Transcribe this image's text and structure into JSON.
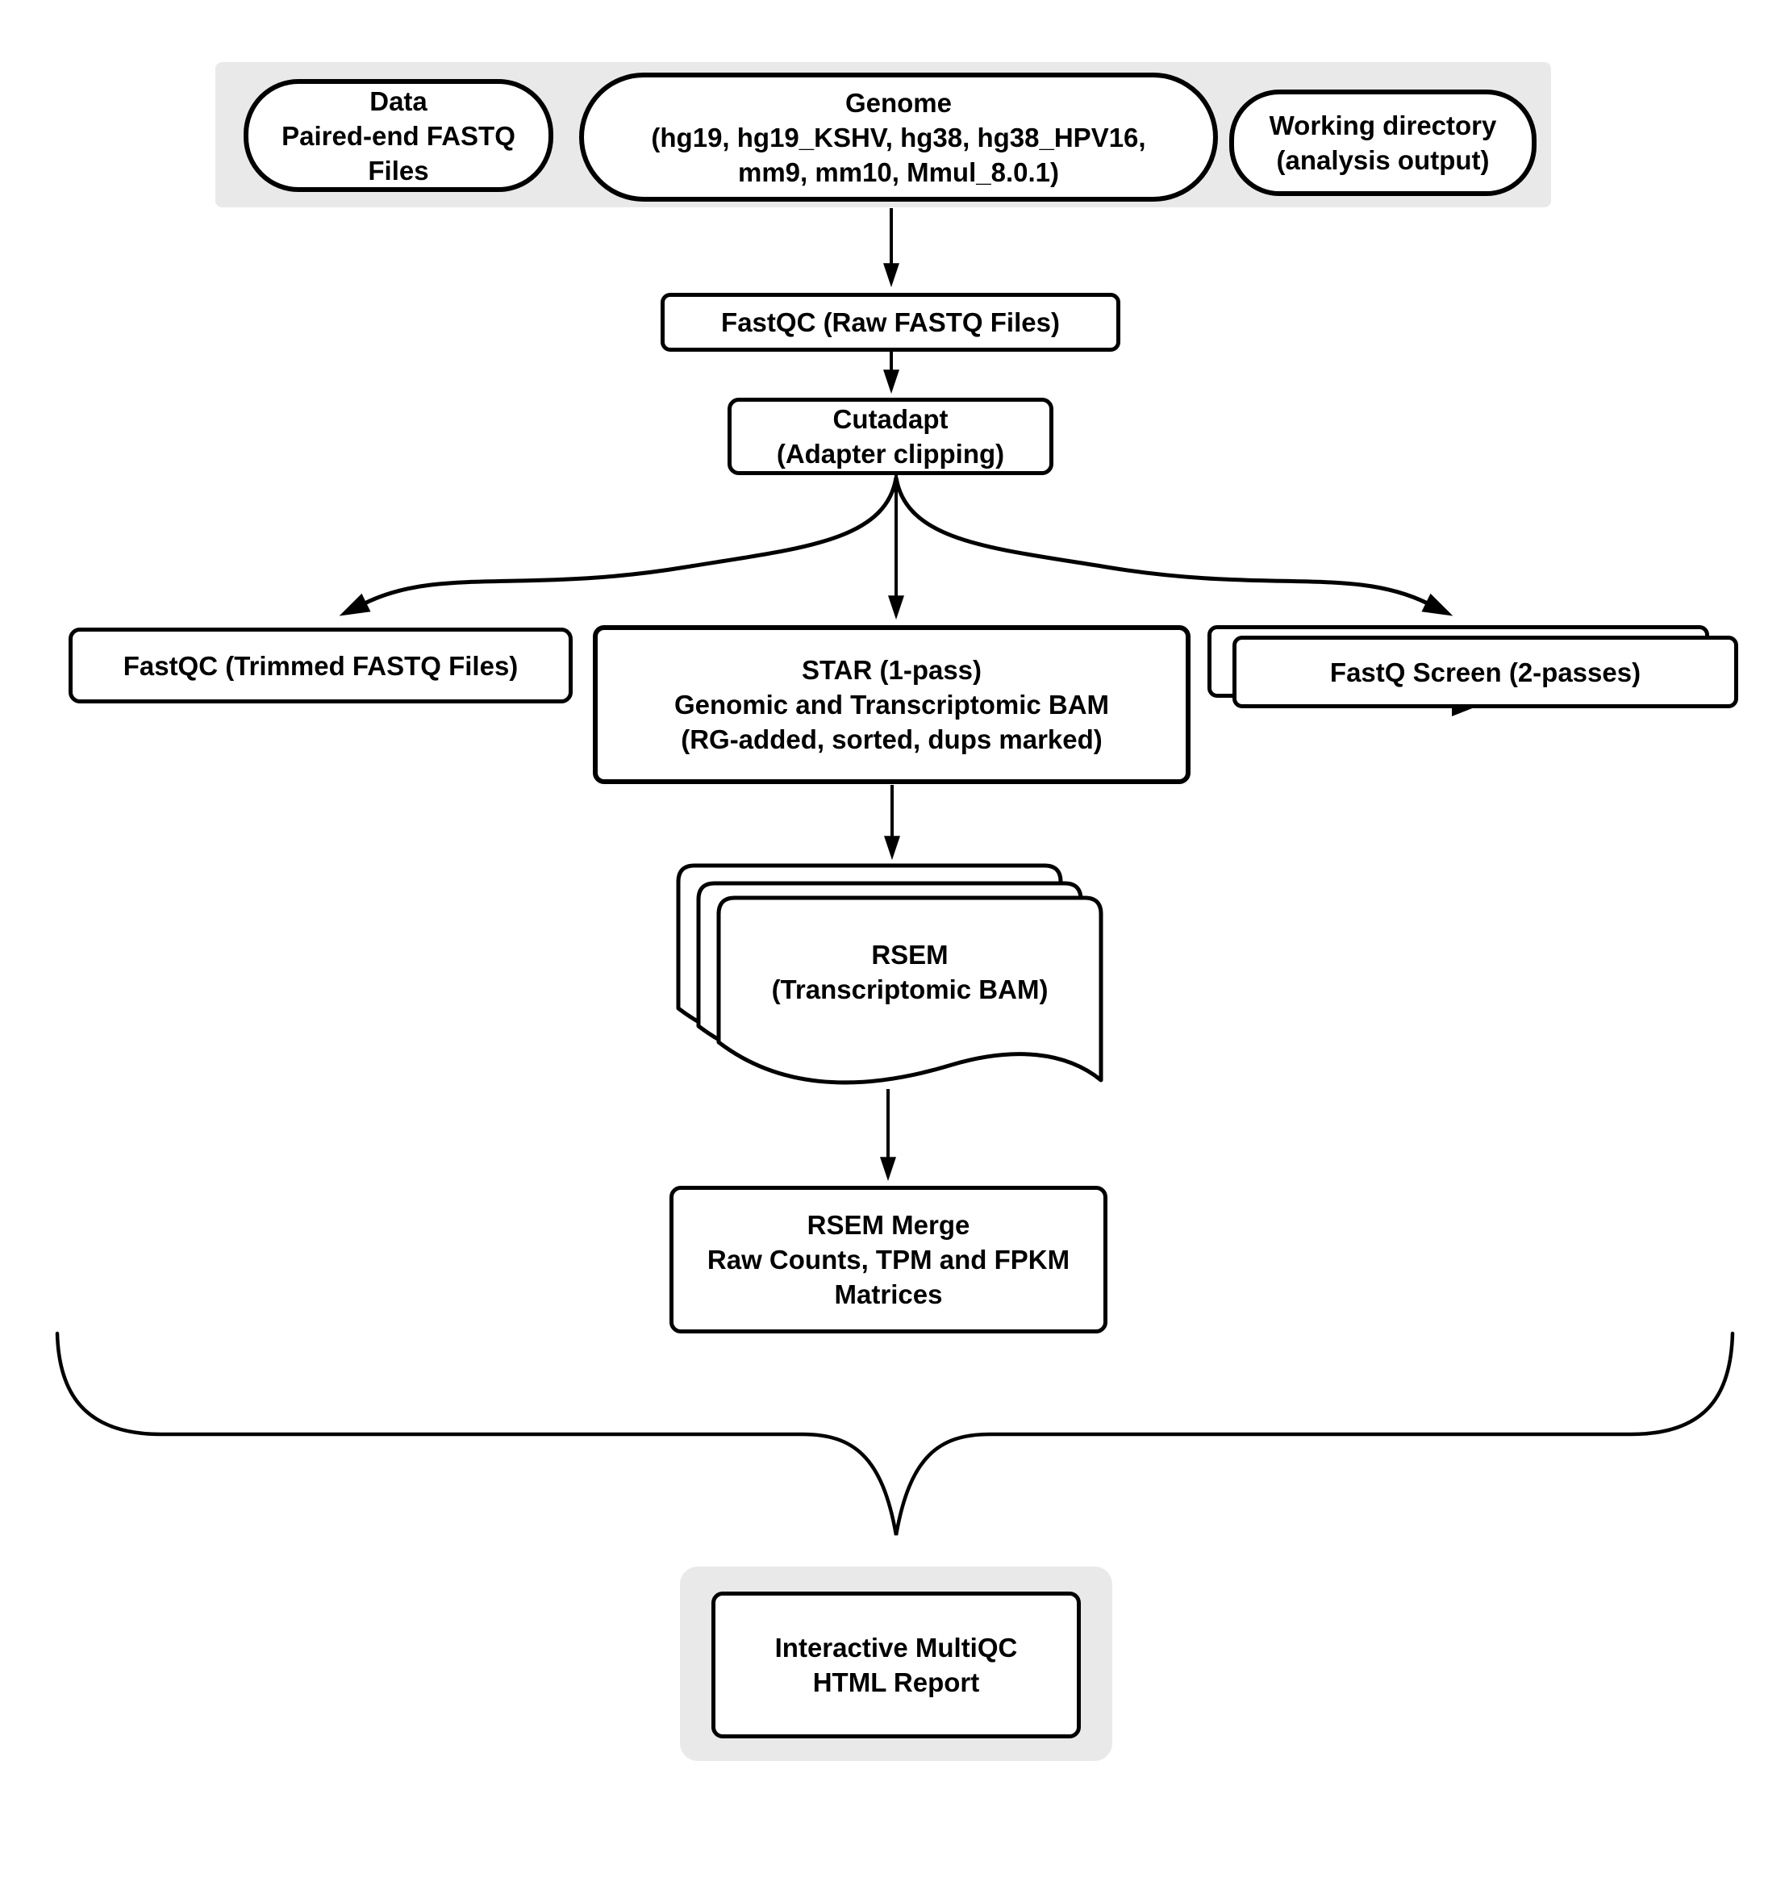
{
  "diagram": {
    "type": "flowchart",
    "description": "RNA-seq analysis pipeline",
    "nodes": {
      "data_files": {
        "label": "Data\nPaired-end FASTQ\nFiles",
        "shape": "oval"
      },
      "genome": {
        "label": "Genome\n(hg19, hg19_KSHV, hg38, hg38_HPV16,\nmm9, mm10, Mmul_8.0.1)",
        "shape": "oval"
      },
      "working_directory": {
        "label": "Working directory\n(analysis output)",
        "shape": "oval"
      },
      "fastqc_raw": {
        "label": "FastQC (Raw FASTQ Files)",
        "shape": "rect"
      },
      "cutadapt": {
        "label": "Cutadapt\n(Adapter clipping)",
        "shape": "rect"
      },
      "fastqc_trimmed": {
        "label": "FastQC (Trimmed FASTQ Files)",
        "shape": "rect"
      },
      "star": {
        "label": "STAR (1-pass)\nGenomic and Transcriptomic BAM\n(RG-added, sorted, dups marked)",
        "shape": "rect"
      },
      "fastq_screen": {
        "label": "FastQ Screen (2-passes)",
        "shape": "stacked-rect"
      },
      "rsem": {
        "label": "RSEM\n(Transcriptomic BAM)",
        "shape": "document-stack"
      },
      "rsem_merge": {
        "label": "RSEM Merge\nRaw Counts, TPM and FPKM\nMatrices",
        "shape": "rect"
      },
      "multiqc": {
        "label": "Interactive MultiQC\nHTML Report",
        "shape": "rect-on-panel"
      }
    },
    "edges": [
      {
        "from": "inputs_panel",
        "to": "fastqc_raw"
      },
      {
        "from": "fastqc_raw",
        "to": "cutadapt"
      },
      {
        "from": "cutadapt",
        "to": "fastqc_trimmed"
      },
      {
        "from": "cutadapt",
        "to": "star"
      },
      {
        "from": "cutadapt",
        "to": "fastq_screen"
      },
      {
        "from": "star",
        "to": "rsem"
      },
      {
        "from": "rsem",
        "to": "rsem_merge"
      },
      {
        "from": "all_outputs",
        "to": "multiqc",
        "style": "brace"
      }
    ],
    "colors": {
      "background": "#ffffff",
      "panel_fill": "#e9e9e9",
      "node_fill": "#ffffff",
      "stroke": "#000000"
    }
  }
}
